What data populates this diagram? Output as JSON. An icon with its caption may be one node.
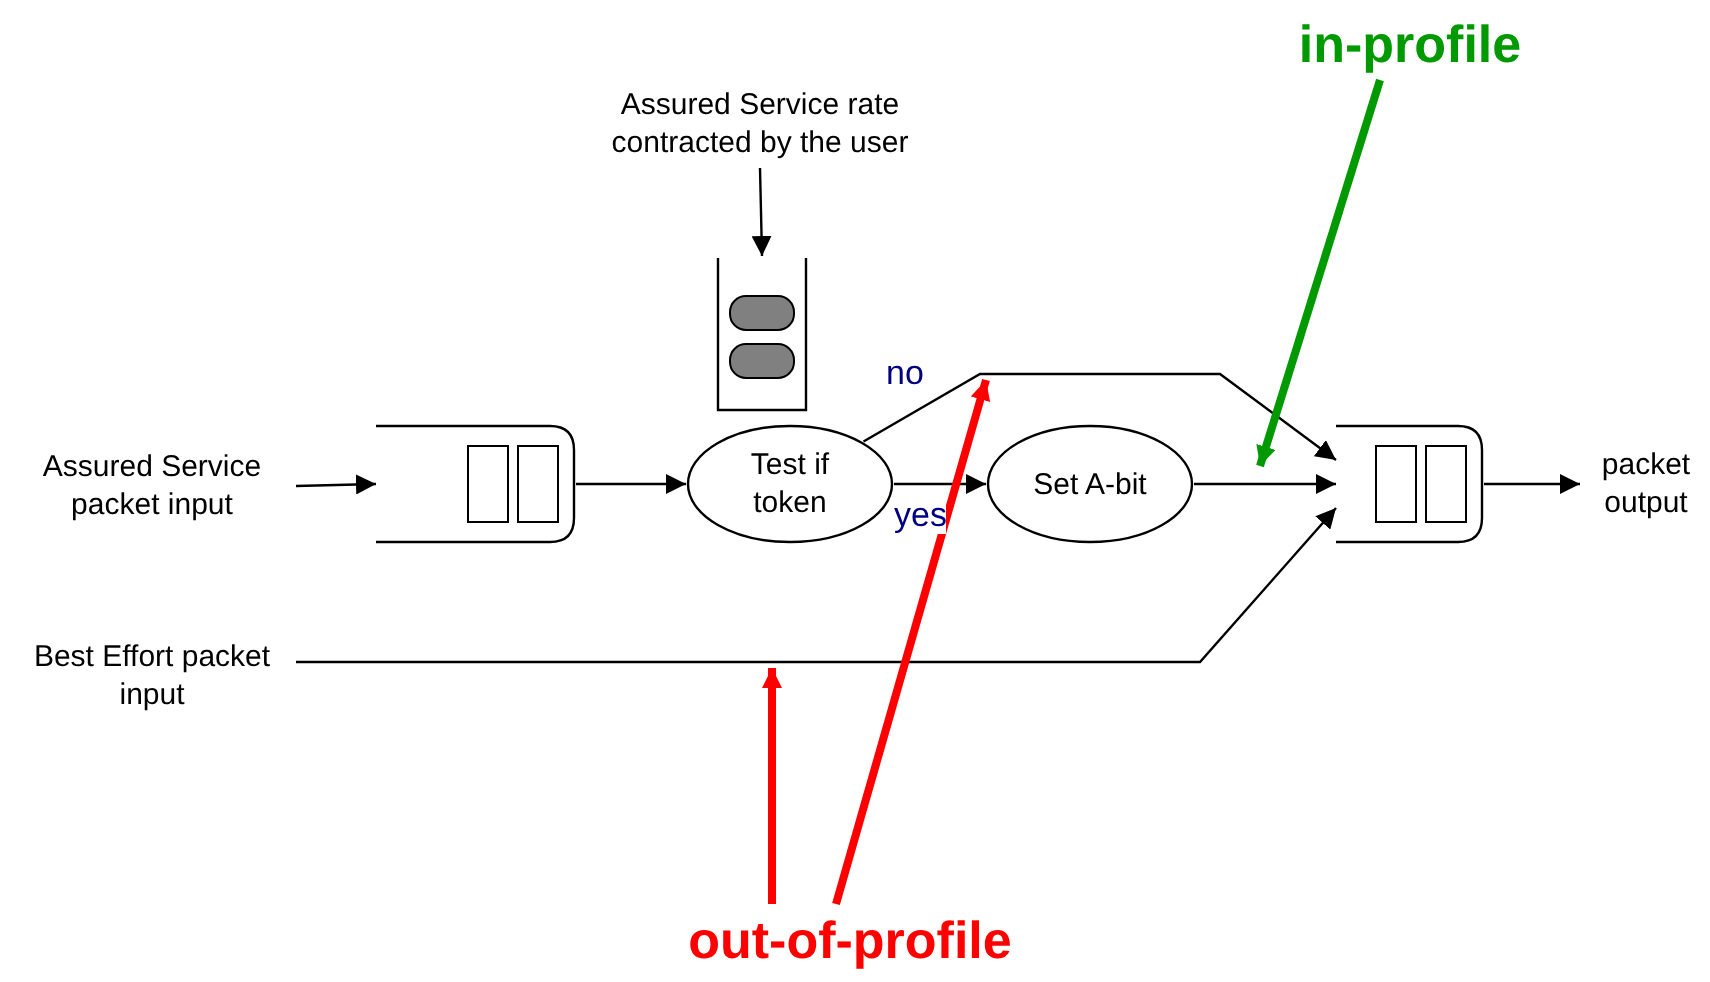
{
  "diagram": {
    "nodes": [
      {
        "text": [
          "Assured Service rate contracted by the user"
        ]
      },
      {
        "text": [],
        "shape": "picture"
      },
      {
        "text": [
          "Assured Service packet input"
        ]
      },
      {
        "text": [],
        "shape": "box"
      },
      {
        "text": [
          "Test if token"
        ]
      },
      {
        "text": [
          "Set A-bit"
        ]
      },
      {
        "text": [],
        "shape": "box"
      },
      {
        "text": [
          "packet output"
        ]
      },
      {
        "text": [
          "Best Effort packet input"
        ]
      },
      {
        "text": [
          "in-profile"
        ]
      },
      {
        "text": [
          "out-of-profile"
        ]
      }
    ],
    "edges": [
      {
        "from": 0,
        "to": 1,
        "arrow": "to"
      },
      {
        "from": 2,
        "to": 3,
        "arrow": "to"
      },
      {
        "from": 3,
        "to": 4,
        "arrow": "to"
      },
      {
        "from": 4,
        "to": 5,
        "arrow": "to",
        "label": "yes"
      },
      {
        "from": 4,
        "to": 6,
        "arrow": "to",
        "label": "no"
      },
      {
        "from": 5,
        "to": 6,
        "arrow": "to"
      },
      {
        "from": 8,
        "to": 6,
        "arrow": "to"
      },
      {
        "from": 6,
        "to": 7,
        "arrow": "to"
      },
      {
        "from": 9,
        "to": null,
        "arrow": "to",
        "style": "thick",
        "color": "#009900"
      },
      {
        "from": 10,
        "to": null,
        "arrow": "to",
        "style": "thick",
        "color": "#ff0000"
      },
      {
        "from": 10,
        "to": null,
        "arrow": "to",
        "style": "thick",
        "color": "#ff0000"
      }
    ]
  }
}
